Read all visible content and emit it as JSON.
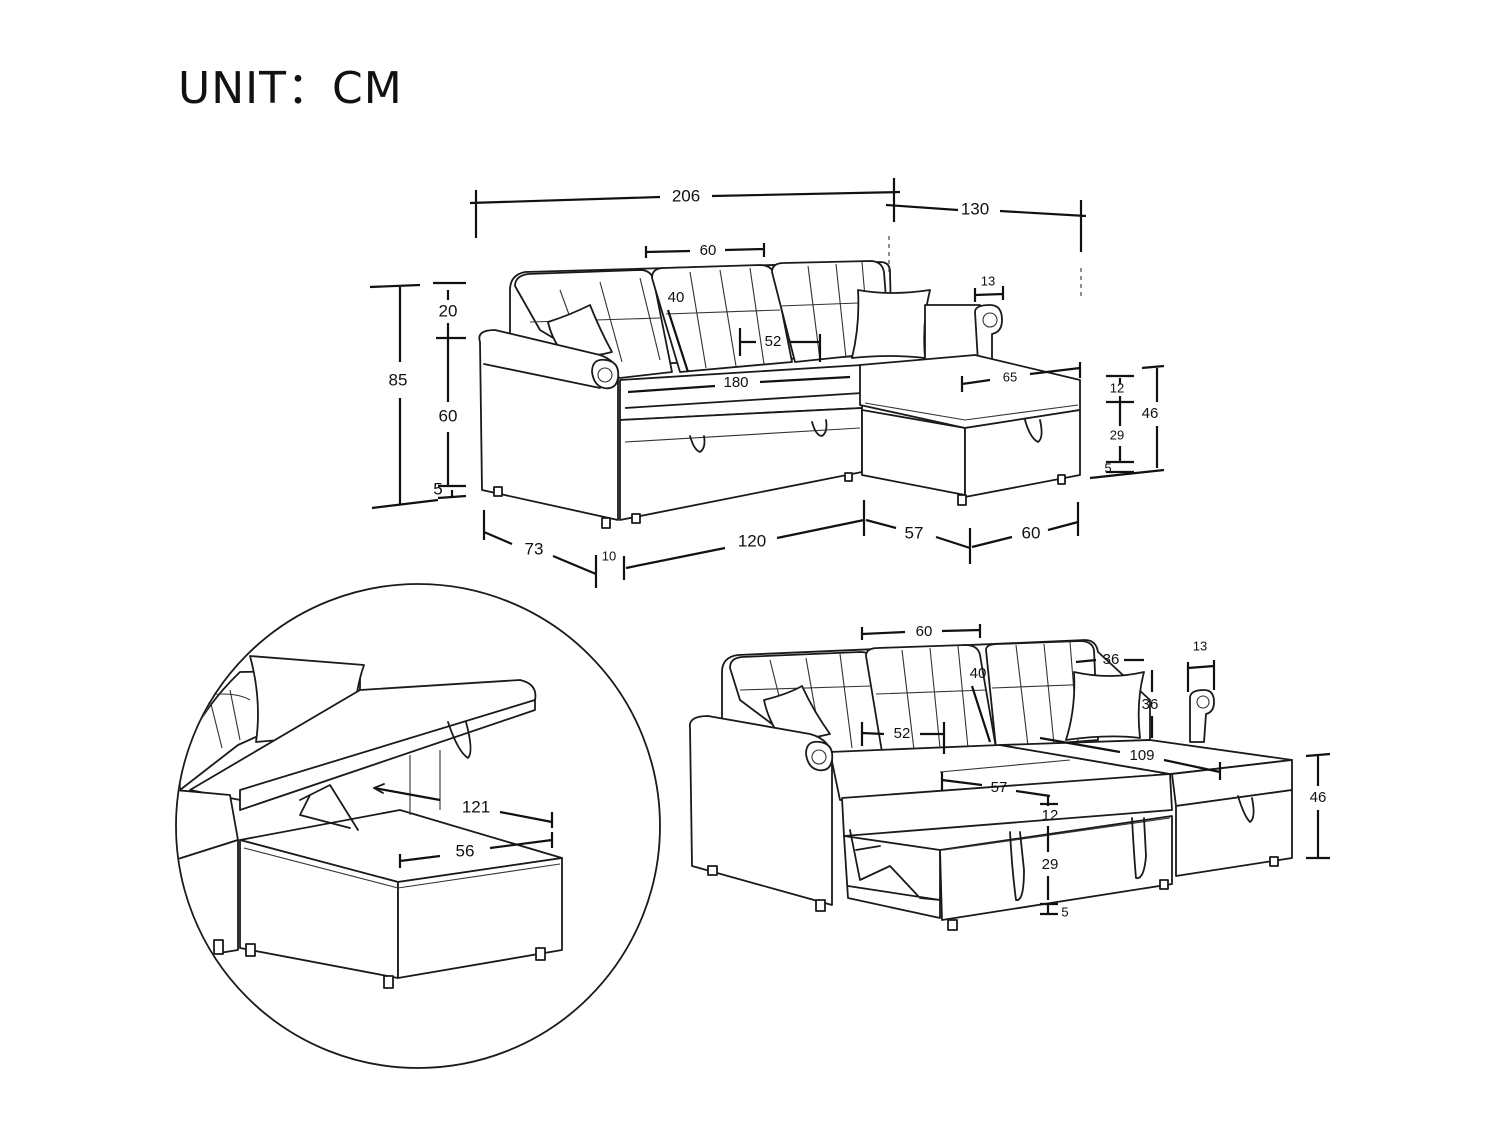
{
  "title": "UNIT：CM",
  "top_view": {
    "overall_width": "206",
    "chaise_width": "130",
    "cushion_width": "60",
    "back_height": "40",
    "seat_depth": "52",
    "seat_width": "180",
    "arm_width": "13",
    "chaise_seat": "65",
    "total_height": "85",
    "back_top": "20",
    "seat_height": "60",
    "leg_height": "5",
    "chaise_total_height": "46",
    "chaise_cushion": "12",
    "chaise_base": "29",
    "chaise_leg": "5",
    "depth": "73",
    "leg_inset": "10",
    "base_length": "120",
    "chaise_depth": "57",
    "chaise_front": "60"
  },
  "storage_view": {
    "length": "121",
    "width": "56"
  },
  "bed_view": {
    "cushion_width": "60",
    "back_height": "40",
    "pillow_width": "36",
    "pillow_height": "36",
    "arm_width": "13",
    "seat_depth": "52",
    "bed_length": "109",
    "bed_width": "57",
    "mattress": "12",
    "base": "29",
    "leg": "5",
    "chaise_height": "46"
  }
}
